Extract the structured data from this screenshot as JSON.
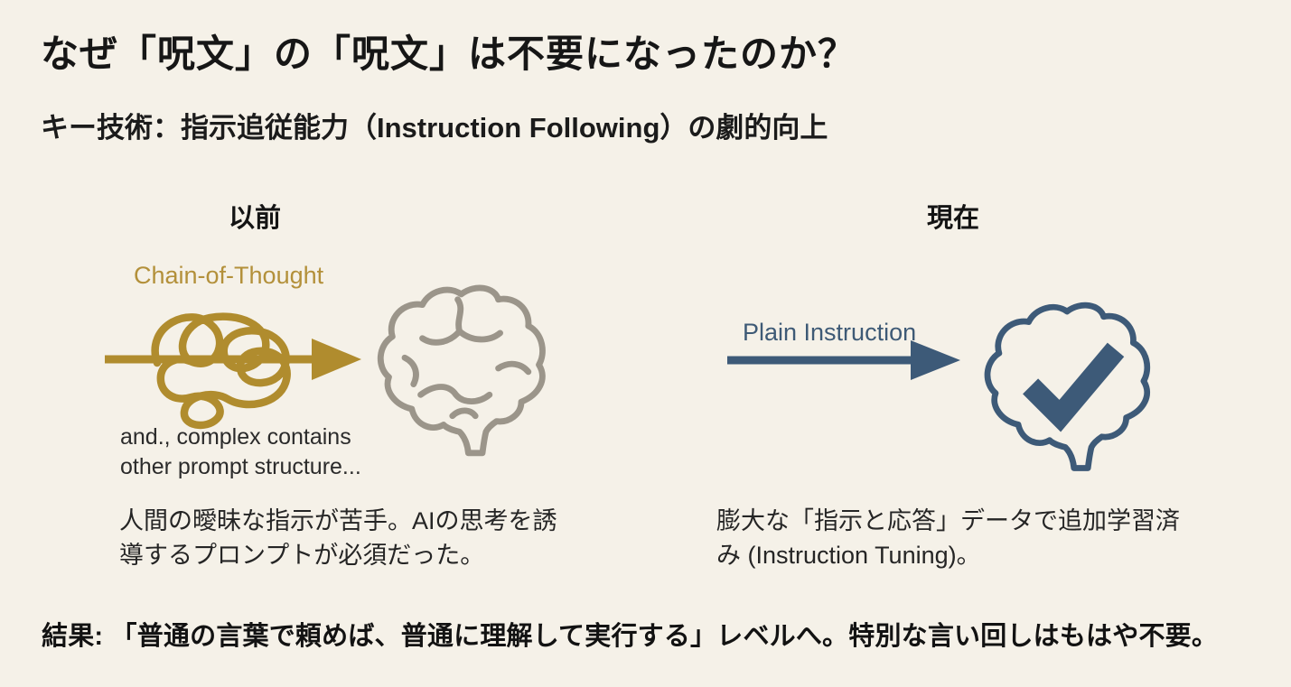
{
  "slide": {
    "title": "なぜ「呪文」の「呪文」は不要になったのか？",
    "subtitle": "キー技術：指示追従能力（Instruction Following）の劇的向上",
    "before": {
      "heading": "以前",
      "method_label": "Chain-of-Thought",
      "note_line1": "and., complex contains",
      "note_line2": "other prompt structure...",
      "description": "人間の曖昧な指示が苦手。AIの思考を誘導するプロンプトが必須だった。"
    },
    "after": {
      "heading": "現在",
      "method_label": "Plain Instruction",
      "description": "膨大な「指示と応答」データで追加学習済み (Instruction Tuning)。"
    },
    "result": "結果: 「普通の言葉で頼めば、普通に理解して実行する」レベルへ。特別な言い回しはもはや不要。",
    "icons": {
      "before_flow": "tangled-scribble-arrow-icon",
      "before_brain": "gray-brain-outline-icon",
      "after_flow": "straight-arrow-icon",
      "after_brain": "brain-checkmark-icon"
    },
    "colors": {
      "background": "#f5f1e8",
      "text": "#1b1b1b",
      "gold": "#b08c2e",
      "gray_brain": "#9b958a",
      "slate": "#3d5a78"
    }
  }
}
